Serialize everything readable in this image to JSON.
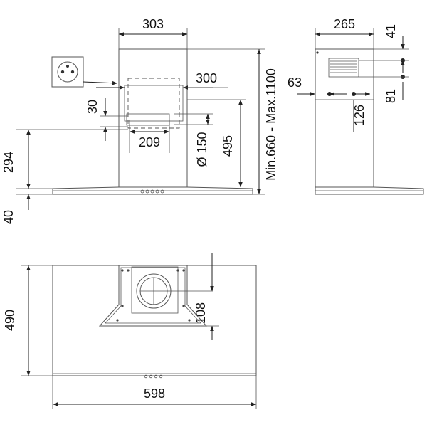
{
  "dimensions": {
    "top_width": "303",
    "side_depth": "265",
    "side_top_offset": "41",
    "inner_opening": "300",
    "side_left_offset": "63",
    "side_right_offset": "81",
    "chimney_gap": "30",
    "side_inner": "126",
    "outlet_width": "209",
    "outlet_diameter": "Ø 150",
    "height_495": "495",
    "height_range": "Min.660 - Max.1100",
    "height_294": "294",
    "thickness_40": "40",
    "depth_490": "490",
    "offset_108": "108",
    "total_width": "598"
  }
}
